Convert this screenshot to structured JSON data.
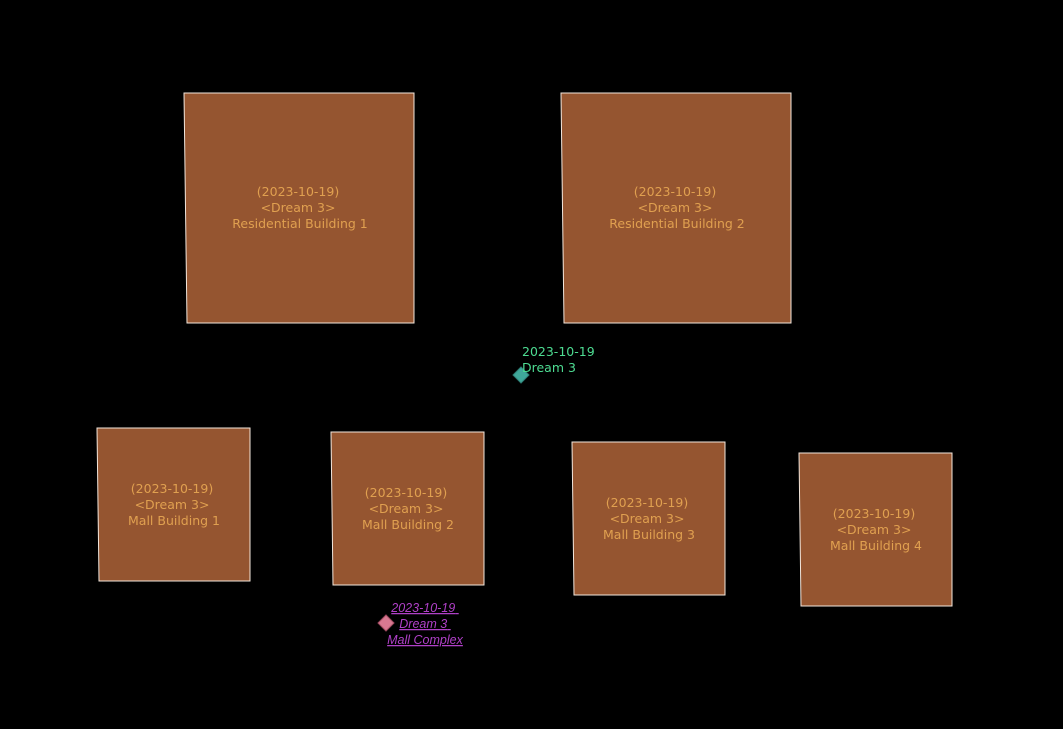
{
  "colors": {
    "background": "#000000",
    "building_fill": "#955530",
    "building_stroke": "#f2e6dc",
    "building_label": "#e0a050",
    "point_fill": "#3fa89a",
    "point_label": "#4ddc92",
    "mall_point_fill": "#d87891",
    "mall_label": "#b040c8"
  },
  "buildings": [
    {
      "id": "residential-1",
      "date": "(2023-10-19)",
      "project": "<Dream 3>",
      "name": "Residential Building 1"
    },
    {
      "id": "residential-2",
      "date": "(2023-10-19)",
      "project": "<Dream 3>",
      "name": "Residential Building 2"
    },
    {
      "id": "mall-1",
      "date": "(2023-10-19)",
      "project": "<Dream 3>",
      "name": "Mall Building 1"
    },
    {
      "id": "mall-2",
      "date": "(2023-10-19)",
      "project": "<Dream 3>",
      "name": "Mall Building 2"
    },
    {
      "id": "mall-3",
      "date": "(2023-10-19)",
      "project": "<Dream 3>",
      "name": "Mall Building 3"
    },
    {
      "id": "mall-4",
      "date": "(2023-10-19)",
      "project": "<Dream 3>",
      "name": "Mall Building 4"
    }
  ],
  "project_point": {
    "icon": "diamond-marker-icon",
    "date": "2023-10-19",
    "project": "Dream 3"
  },
  "mall_complex_point": {
    "icon": "diamond-marker-icon",
    "date": "2023-10-19",
    "project": "Dream 3",
    "name": "Mall Complex"
  }
}
